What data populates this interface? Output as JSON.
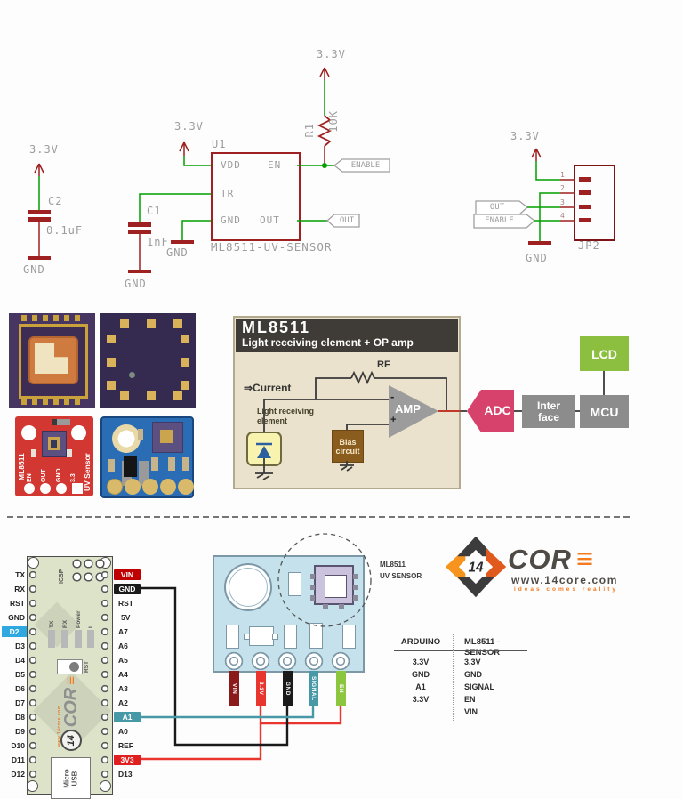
{
  "schematic": {
    "vcc_label": "3.3V",
    "gnd_label": "GND",
    "c2_ref": "C2",
    "c2_value": "0.1uF",
    "c1_ref": "C1",
    "c1_value": "1nF",
    "u1_ref": "U1",
    "u1_part": "ML8511-UV-SENSOR",
    "pin_vdd": "VDD",
    "pin_en": "EN",
    "pin_tr": "TR",
    "pin_gnd": "GND",
    "pin_out": "OUT",
    "r1_ref": "R1",
    "r1_value": "10K",
    "flag_enable": "ENABLE",
    "flag_out": "OUT",
    "jp2_ref": "JP2",
    "jp2_pins": [
      "1",
      "2",
      "3",
      "4"
    ],
    "colors": {
      "net": "#00a000",
      "symbol": "#9e2020",
      "text": "#9c9c9c"
    }
  },
  "block_diagram": {
    "title": "ML8511",
    "subtitle": "Light receiving element + OP amp",
    "rf": "RF",
    "current": "⇒Current",
    "light_line1": "Light receiving",
    "light_line2": "element",
    "bias_line1": "Bias",
    "bias_line2": "circuit",
    "amp": "AMP",
    "minus": "-",
    "plus": "+",
    "adc": "ADC",
    "iface_line1": "Inter",
    "iface_line2": "face",
    "mcu": "MCU",
    "lcd": "LCD",
    "colors": {
      "adc": "#d6426b",
      "lcd": "#8cbf3f",
      "gray_box": "#8c8c8c",
      "panel": "#eae2cc",
      "titlebar": "#3f3b37"
    }
  },
  "photos": {
    "red_board": {
      "name": "ML8511",
      "pins": [
        "EN",
        "OUT",
        "GND",
        "3.3"
      ],
      "caption": "UV Sensor"
    }
  },
  "wiring": {
    "module_label_line1": "ML8511",
    "module_label_line2": "UV SENSOR",
    "wires": [
      {
        "label": "VIN",
        "color": "#8b1a1a"
      },
      {
        "label": "3.3V",
        "color": "#e8352e"
      },
      {
        "label": "GND",
        "color": "#1a1a1a"
      },
      {
        "label": "SIGNAL",
        "color": "#4899a8"
      },
      {
        "label": "EN",
        "color": "#8cc63e"
      }
    ]
  },
  "arduino": {
    "left_pins": [
      "TX",
      "RX",
      "RST",
      "GND",
      "D2",
      "D3",
      "D4",
      "D5",
      "D6",
      "D7",
      "D8",
      "D9",
      "D10",
      "D11",
      "D12"
    ],
    "right_pins": [
      "VIN",
      "GND",
      "RST",
      "5V",
      "A7",
      "A6",
      "A5",
      "A4",
      "A3",
      "A2",
      "A1",
      "A0",
      "REF",
      "3V3",
      "D13"
    ],
    "icsp": "ICSP",
    "led_labels": [
      "TX",
      "RX",
      "Power",
      "L"
    ],
    "reset": "RST",
    "usb_line1": "Micro",
    "usb_line2": "USB",
    "logo_num": "14",
    "logo_cor": "COR",
    "logo_e": "≡",
    "logo_url": "www.14core.com",
    "highlight_colors": {
      "d2": "#2fa8e0",
      "vin": "#c00000",
      "gnd": "#1a1a1a",
      "a1": "#4899a8",
      "v33": "#e02020"
    }
  },
  "logo": {
    "num": "14",
    "cor": "COR",
    "e": "≡",
    "url": "www.14core.com",
    "tagline": "ideas comes reality"
  },
  "pin_table": {
    "col1": "ARDUINO",
    "col2": "ML8511 - SENSOR",
    "rows": [
      [
        "3.3V",
        "3.3V"
      ],
      [
        "GND",
        "GND"
      ],
      [
        "A1",
        "SIGNAL"
      ],
      [
        "3.3V",
        "EN"
      ],
      [
        "",
        "VIN"
      ]
    ]
  }
}
